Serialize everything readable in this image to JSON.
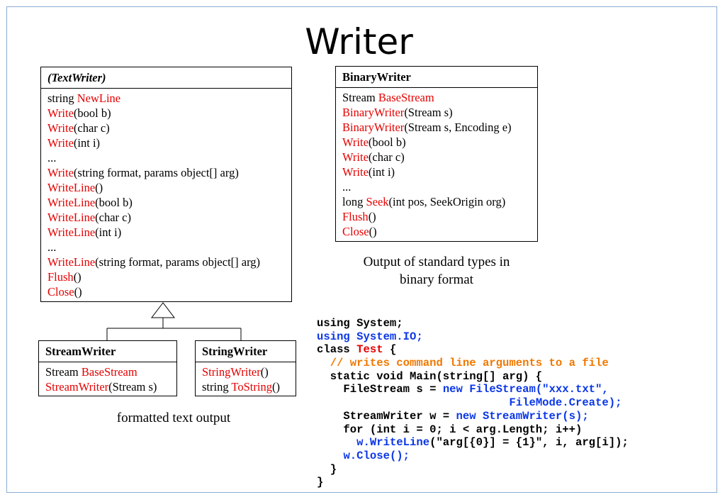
{
  "title": "Writer",
  "textwriter": {
    "name": "(TextWriter)",
    "members": [
      [
        {
          "t": "string "
        },
        {
          "t": "NewLine",
          "c": "r"
        }
      ],
      [
        {
          "t": "Write",
          "c": "r"
        },
        {
          "t": "(bool b)"
        }
      ],
      [
        {
          "t": "Write",
          "c": "r"
        },
        {
          "t": "(char c)"
        }
      ],
      [
        {
          "t": "Write",
          "c": "r"
        },
        {
          "t": "(int i)"
        }
      ],
      [
        {
          "t": "..."
        }
      ],
      [
        {
          "t": "Write",
          "c": "r"
        },
        {
          "t": "(string format, params object[] arg)"
        }
      ],
      [
        {
          "t": "WriteLine",
          "c": "r"
        },
        {
          "t": "()"
        }
      ],
      [
        {
          "t": "WriteLine",
          "c": "r"
        },
        {
          "t": "(bool b)"
        }
      ],
      [
        {
          "t": "WriteLine",
          "c": "r"
        },
        {
          "t": "(char c)"
        }
      ],
      [
        {
          "t": "WriteLine",
          "c": "r"
        },
        {
          "t": "(int i)"
        }
      ],
      [
        {
          "t": "..."
        }
      ],
      [
        {
          "t": "WriteLine",
          "c": "r"
        },
        {
          "t": "(string format, params object[] arg)"
        }
      ],
      [
        {
          "t": "Flush",
          "c": "r"
        },
        {
          "t": "()"
        }
      ],
      [
        {
          "t": "Close",
          "c": "r"
        },
        {
          "t": "()"
        }
      ]
    ]
  },
  "binarywriter": {
    "name": "BinaryWriter",
    "members": [
      [
        {
          "t": "Stream "
        },
        {
          "t": "BaseStream",
          "c": "r"
        }
      ],
      [
        {
          "t": "BinaryWriter",
          "c": "r"
        },
        {
          "t": "(Stream s)"
        }
      ],
      [
        {
          "t": "BinaryWriter",
          "c": "r"
        },
        {
          "t": "(Stream s, Encoding e)"
        }
      ],
      [
        {
          "t": "Write",
          "c": "r"
        },
        {
          "t": "(bool b)"
        }
      ],
      [
        {
          "t": "Write",
          "c": "r"
        },
        {
          "t": "(char c)"
        }
      ],
      [
        {
          "t": "Write",
          "c": "r"
        },
        {
          "t": "(int i)"
        }
      ],
      [
        {
          "t": "..."
        }
      ],
      [
        {
          "t": "long "
        },
        {
          "t": "Seek",
          "c": "r"
        },
        {
          "t": "(int pos, SeekOrigin org)"
        }
      ],
      [
        {
          "t": "Flush",
          "c": "r"
        },
        {
          "t": "()"
        }
      ],
      [
        {
          "t": "Close",
          "c": "r"
        },
        {
          "t": "()"
        }
      ]
    ]
  },
  "streamwriter": {
    "name": "StreamWriter",
    "members": [
      [
        {
          "t": "Stream "
        },
        {
          "t": "BaseStream",
          "c": "r"
        }
      ],
      [
        {
          "t": "StreamWriter",
          "c": "r"
        },
        {
          "t": "(Stream s)"
        }
      ]
    ]
  },
  "stringwriter": {
    "name": "StringWriter",
    "members": [
      [
        {
          "t": "StringWriter",
          "c": "r"
        },
        {
          "t": "()"
        }
      ],
      [
        {
          "t": "string "
        },
        {
          "t": "ToString",
          "c": "r"
        },
        {
          "t": "()"
        }
      ]
    ]
  },
  "captions": {
    "binary_line1": "Output of standard types in",
    "binary_line2": "binary format",
    "formatted": "formatted text output"
  },
  "code": [
    [
      {
        "t": "using System;",
        "c": "blk"
      }
    ],
    [
      {
        "t": "using System.IO;",
        "c": "blue"
      }
    ],
    [
      {
        "t": "class ",
        "c": "blk"
      },
      {
        "t": "Test",
        "c": "red"
      },
      {
        "t": " {",
        "c": "blk"
      }
    ],
    [
      {
        "t": "  "
      },
      {
        "t": "// writes command line arguments to a file",
        "c": "orange"
      }
    ],
    [
      {
        "t": "  static void Main(string[] arg) {",
        "c": "blk"
      }
    ],
    [
      {
        "t": "    FileStream s = ",
        "c": "blk"
      },
      {
        "t": "new FileStream(\"xxx.txt\",",
        "c": "blue"
      }
    ],
    [
      {
        "t": "                             "
      },
      {
        "t": "FileMode.Create);",
        "c": "blue"
      }
    ],
    [
      {
        "t": "    StreamWriter w = ",
        "c": "blk"
      },
      {
        "t": "new StreamWriter(s);",
        "c": "blue"
      }
    ],
    [
      {
        "t": "    for (int i = 0; i < arg.Length; i++)",
        "c": "blk"
      }
    ],
    [
      {
        "t": "      "
      },
      {
        "t": "w.WriteLine",
        "c": "blue"
      },
      {
        "t": "(\"arg[{0}] = {1}\", i, arg[i]);",
        "c": "blk"
      }
    ],
    [
      {
        "t": "    "
      },
      {
        "t": "w.Close();",
        "c": "blue"
      }
    ],
    [
      {
        "t": "  }",
        "c": "blk"
      }
    ],
    [
      {
        "t": "}",
        "c": "blk"
      }
    ]
  ]
}
